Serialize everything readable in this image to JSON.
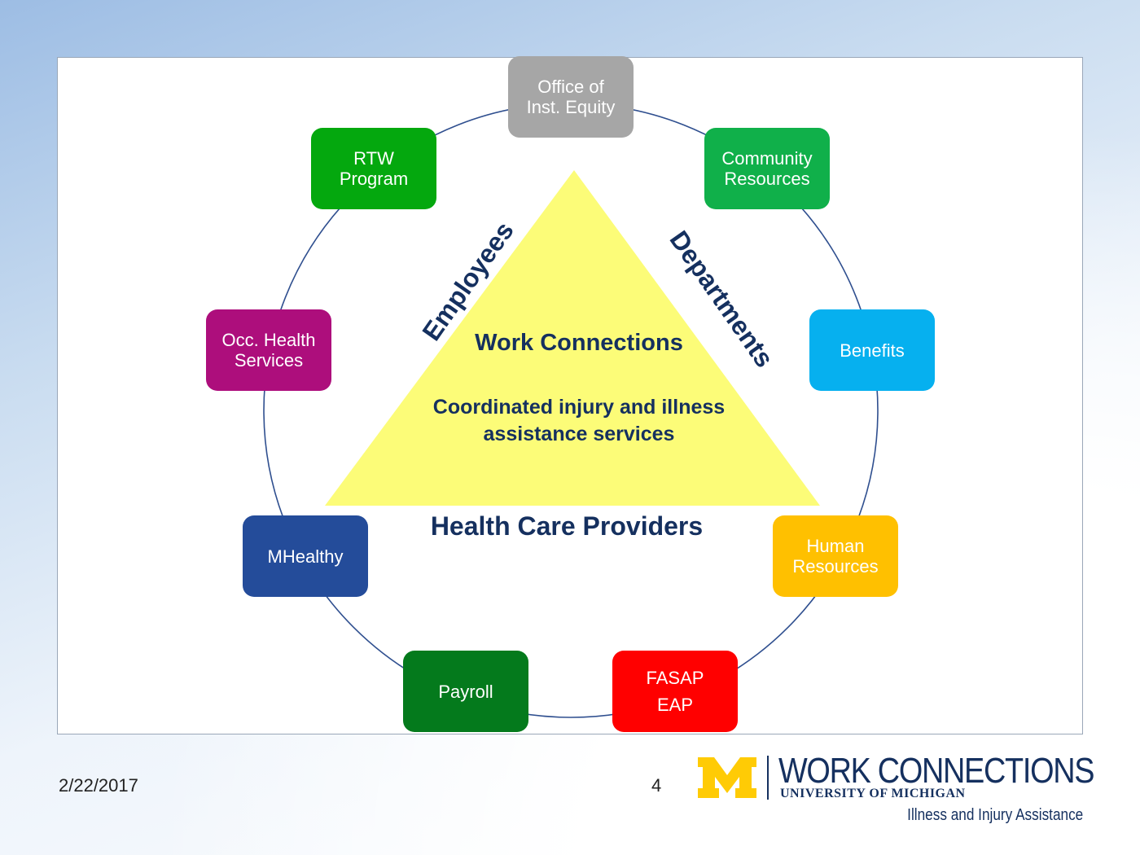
{
  "diagram": {
    "center_title": "Work Connections",
    "center_line1": "Coordinated injury and illness",
    "center_line2": "assistance services",
    "side_left": "Employees",
    "side_right": "Departments",
    "side_bottom": "Health Care Providers",
    "colors": {
      "triangle": "#fcfc78",
      "ring": "#2f4f8f",
      "text_navy": "#15305f"
    },
    "nodes": [
      {
        "id": "office",
        "lines": [
          "Office of",
          "Inst. Equity"
        ],
        "color": "#a6a6a6"
      },
      {
        "id": "community",
        "lines": [
          "Community",
          "Resources"
        ],
        "color": "#10b04a"
      },
      {
        "id": "benefits",
        "lines": [
          "Benefits"
        ],
        "color": "#06b0ef"
      },
      {
        "id": "hr",
        "lines": [
          "Human",
          "Resources"
        ],
        "color": "#ffc000"
      },
      {
        "id": "fasap",
        "lines": [
          "FASAP",
          "EAP"
        ],
        "color": "#ff0000"
      },
      {
        "id": "payroll",
        "lines": [
          "Payroll"
        ],
        "color": "#047a1c"
      },
      {
        "id": "mhealthy",
        "lines": [
          "MHealthy"
        ],
        "color": "#244c9a"
      },
      {
        "id": "occhealth",
        "lines": [
          "Occ. Health",
          "Services"
        ],
        "color": "#ad0e7c"
      },
      {
        "id": "rtw",
        "lines": [
          "RTW",
          "Program"
        ],
        "color": "#04a80e"
      }
    ]
  },
  "footer": {
    "date": "2/22/2017",
    "page": "4",
    "logo_title": "WORK CONNECTIONS",
    "logo_sub": "UNIVERSITY OF MICHIGAN",
    "logo_tagline": "Illness and Injury Assistance",
    "logo_m_color": "#ffcb05"
  }
}
